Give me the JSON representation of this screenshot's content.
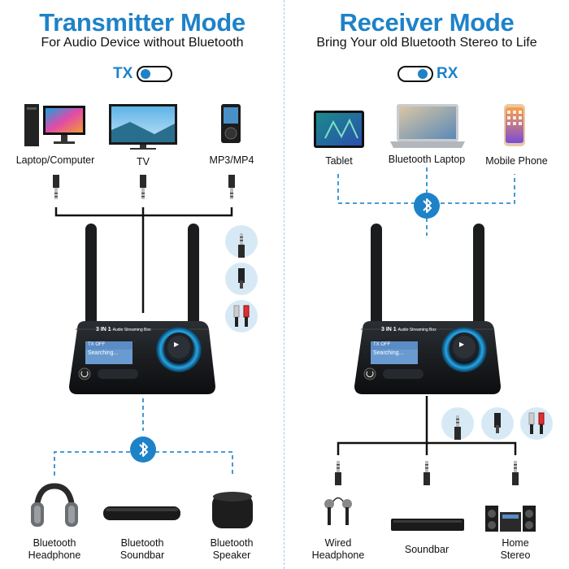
{
  "left": {
    "title": "Transmitter Mode",
    "subtitle": "For Audio Device without Bluetooth",
    "mode": "TX",
    "sources": [
      "Laptop/Computer",
      "TV",
      "MP3/MP4"
    ],
    "outputs": [
      "Bluetooth\nHeadphone",
      "Bluetooth\nSoundbar",
      "Bluetooth\nSpeaker"
    ]
  },
  "right": {
    "title": "Receiver Mode",
    "subtitle": "Bring Your old Bluetooth Stereo to Life",
    "mode": "RX",
    "sources": [
      "Tablet",
      "Bluetooth Laptop",
      "Mobile Phone"
    ],
    "outputs": [
      "Wired\nHeadphone",
      "Soundbar",
      "Home\nStereo"
    ]
  },
  "device": {
    "brand": "3 IN 1",
    "model": "Audio Streaming Box",
    "status": "TX OFF",
    "display": "Searching..."
  },
  "colors": {
    "accent": "#1e82c8",
    "dashed_line": "#2f8fd0",
    "cable": "#111111",
    "divider": "#9ec9e8"
  },
  "icons": {
    "connectors": [
      "aux-3.5mm-icon",
      "optical-toslink-icon",
      "rca-icon"
    ],
    "link": "bluetooth-icon"
  }
}
